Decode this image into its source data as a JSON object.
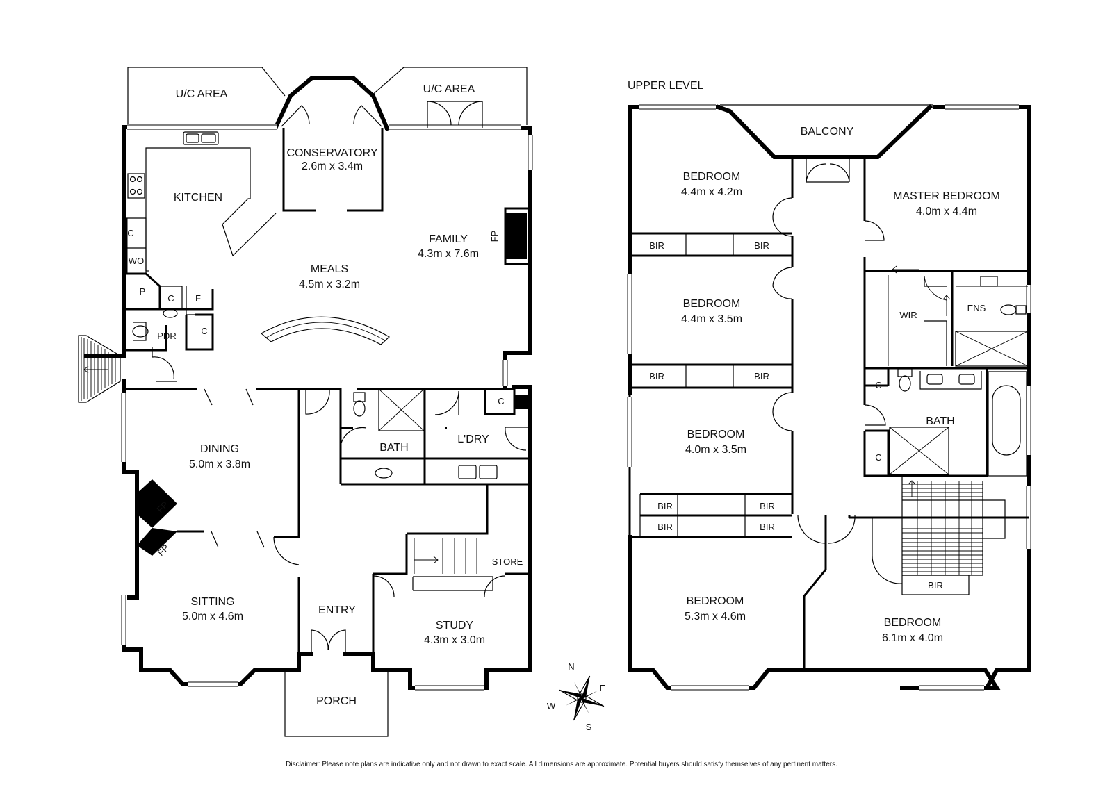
{
  "plan": {
    "upper_level_heading": "UPPER LEVEL",
    "disclaimer": "Disclaimer: Please note plans are indicative only and not drawn to exact scale. All dimensions are approximate. Potential buyers should satisfy themselves of any pertinent matters."
  },
  "ground": {
    "uc_area_left": "U/C AREA",
    "uc_area_right": "U/C AREA",
    "conservatory": {
      "name": "CONSERVATORY",
      "size": "2.6m x 3.4m"
    },
    "kitchen": "KITCHEN",
    "family": {
      "name": "FAMILY",
      "size": "4.3m x 7.6m"
    },
    "fp_family": "FP",
    "meals": {
      "name": "MEALS",
      "size": "4.5m x 3.2m"
    },
    "c_kitchen": "C",
    "wo": "WO",
    "p": "P",
    "c_pantry": "C",
    "f": "F",
    "pdr": "PDR",
    "c_pdr": "C",
    "dining": {
      "name": "DINING",
      "size": "5.0m x 3.8m"
    },
    "fp_dining": "FP",
    "fp_sitting": "FP",
    "sitting": {
      "name": "SITTING",
      "size": "5.0m x 4.6m"
    },
    "bath": "BATH",
    "laundry": "L'DRY",
    "c_laundry": "C",
    "store": "STORE",
    "entry": "ENTRY",
    "study": {
      "name": "STUDY",
      "size": "4.3m x 3.0m"
    },
    "porch": "PORCH"
  },
  "upper": {
    "balcony": "BALCONY",
    "bed1": {
      "name": "BEDROOM",
      "size": "4.4m x 4.2m"
    },
    "master": {
      "name": "MASTER BEDROOM",
      "size": "4.0m x 4.4m"
    },
    "bir_1a": "BIR",
    "bir_1b": "BIR",
    "bed2": {
      "name": "BEDROOM",
      "size": "4.4m x 3.5m"
    },
    "wir": "WIR",
    "ens": "ENS",
    "bir_2a": "BIR",
    "bir_2b": "BIR",
    "c_upper1": "C",
    "bed3": {
      "name": "BEDROOM",
      "size": "4.0m x 3.5m"
    },
    "bath": "BATH",
    "c_upper2": "C",
    "bir_3a": "BIR",
    "bir_3b": "BIR",
    "bir_3c": "BIR",
    "bir_3d": "BIR",
    "bir_stair": "BIR",
    "bed4": {
      "name": "BEDROOM",
      "size": "5.3m x 4.6m"
    },
    "bed5": {
      "name": "BEDROOM",
      "size": "6.1m x 4.0m"
    }
  },
  "compass": {
    "n": "N",
    "e": "E",
    "s": "S",
    "w": "W"
  }
}
